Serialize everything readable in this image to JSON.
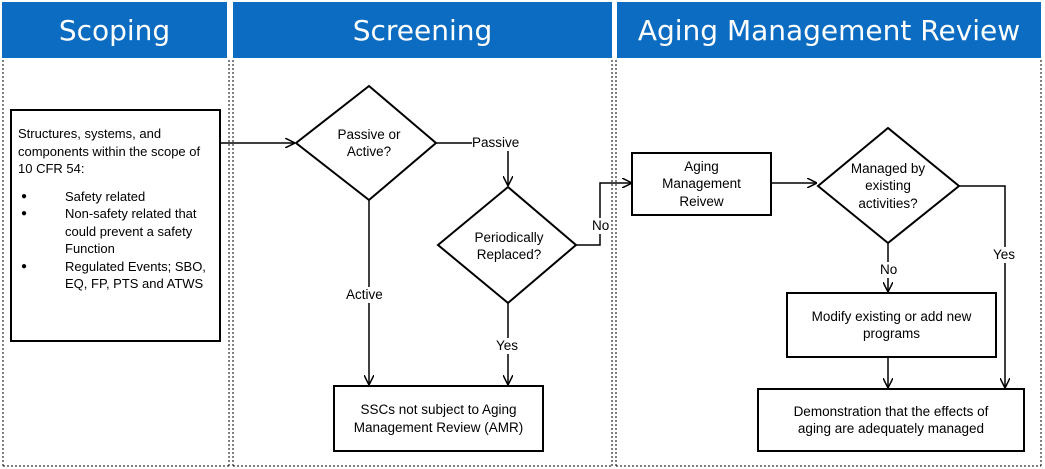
{
  "headers": {
    "scoping": "Scoping",
    "screening": "Screening",
    "amr": "Aging Management Review"
  },
  "scope_box": {
    "intro": "Structures, systems, and components within the scope of 10 CFR 54:",
    "bullets": [
      "Safety related",
      "Non-safety related that could prevent a safety Function",
      "Regulated Events; SBO, EQ, FP, PTS and ATWS"
    ]
  },
  "passive_active": "Passive or Active?",
  "periodically_replaced": "Periodically Replaced?",
  "not_subject": "SSCs not subject to Aging Management Review (AMR)",
  "aging_mgmt_box": "Aging Management Reivew",
  "managed_by": "Managed by existing activities?",
  "modify_box": "Modify existing or add new programs",
  "demonstration_box": "Demonstration that the effects of aging are adequately managed",
  "labels": {
    "passive": "Passive",
    "active": "Active",
    "no1": "No",
    "yes1": "Yes",
    "no2": "No",
    "yes2": "Yes"
  },
  "colors": {
    "header_bg": "#0b6cc2",
    "header_text": "#ffffff"
  }
}
